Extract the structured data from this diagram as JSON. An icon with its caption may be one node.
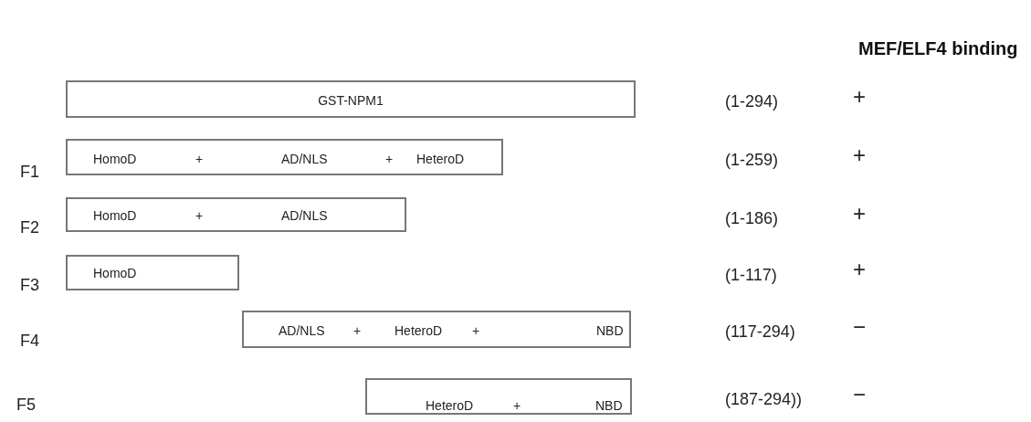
{
  "diagram": {
    "title": "MEF/ELF4 binding",
    "nodes": [
      {
        "text": [
          "GST-NPM1"
        ]
      },
      {
        "text": [
          "HomoD",
          "+",
          "AD/NLS",
          "+",
          "HeteroD"
        ]
      },
      {
        "text": [
          "HomoD",
          "+",
          "AD/NLS"
        ]
      },
      {
        "text": [
          "HomoD"
        ]
      },
      {
        "text": [
          "AD/NLS",
          "+",
          "HeteroD",
          "+",
          "NBD"
        ]
      },
      {
        "text": [
          "HeteroD",
          "+",
          "NBD"
        ]
      }
    ],
    "labels": [
      "(1-294)",
      "+",
      "F1",
      "(1-259)",
      "+",
      "F2",
      "(1-186)",
      "+",
      "F3",
      "(1-117)",
      "+",
      "F4",
      "(117-294)",
      "−",
      "F5",
      "(187-294))",
      "−"
    ]
  }
}
